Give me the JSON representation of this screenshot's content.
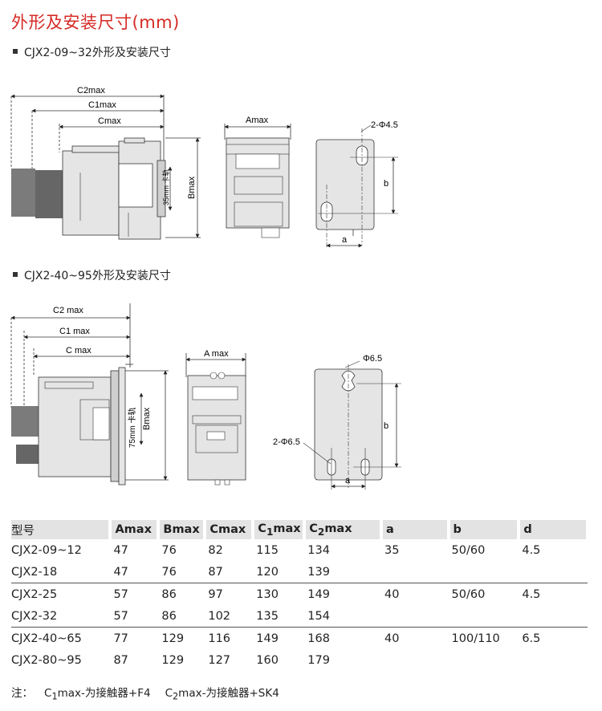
{
  "page_title": "外形及安装尺寸(mm)",
  "section1": {
    "title": "CJX2-09~32外形及安装尺寸",
    "side_labels": {
      "c2": "C2max",
      "c1": "C1max",
      "c": "Cmax",
      "b": "Bmax",
      "rail": "35mm 卡轨"
    },
    "front_labels": {
      "a": "Amax"
    },
    "mount_labels": {
      "holes": "2-Φ4.5",
      "b": "b",
      "a": "a"
    }
  },
  "section2": {
    "title": "CJX2-40~95外形及安装尺寸",
    "side_labels": {
      "c2": "C2 max",
      "c1": "C1 max",
      "c": "C max",
      "b": "Bmax",
      "rail": "75mm 卡轨"
    },
    "front_labels": {
      "a": "A max"
    },
    "mount_labels": {
      "hole_top": "Φ6.5",
      "holes": "2-Φ6.5",
      "b": "b",
      "a": "a"
    }
  },
  "table": {
    "headers": {
      "model": "型号",
      "amax": "Amax",
      "bmax": "Bmax",
      "cmax": "Cmax",
      "c1_main": "C",
      "c1_sub": "1",
      "c1_tail": "max",
      "c2_main": "C",
      "c2_sub": "2",
      "c2_tail": "max",
      "a": "a",
      "b": "b",
      "d": "d"
    },
    "rows": [
      {
        "model": "CJX2-09~12",
        "amax": "47",
        "bmax": "76",
        "cmax": "82",
        "c1": "115",
        "c2": "134",
        "a": "35",
        "b": "50/60",
        "d": "4.5"
      },
      {
        "model": "CJX2-18",
        "amax": "47",
        "bmax": "76",
        "cmax": "87",
        "c1": "120",
        "c2": "139",
        "a": "",
        "b": "",
        "d": ""
      },
      {
        "model": "CJX2-25",
        "amax": "57",
        "bmax": "86",
        "cmax": "97",
        "c1": "130",
        "c2": "149",
        "a": "40",
        "b": "50/60",
        "d": "4.5"
      },
      {
        "model": "CJX2-32",
        "amax": "57",
        "bmax": "86",
        "cmax": "102",
        "c1": "135",
        "c2": "154",
        "a": "",
        "b": "",
        "d": ""
      },
      {
        "model": "CJX2-40~65",
        "amax": "77",
        "bmax": "129",
        "cmax": "116",
        "c1": "149",
        "c2": "168",
        "a": "40",
        "b": "100/110",
        "d": "6.5"
      },
      {
        "model": "CJX2-80~95",
        "amax": "87",
        "bmax": "129",
        "cmax": "127",
        "c1": "160",
        "c2": "179",
        "a": "",
        "b": "",
        "d": ""
      }
    ]
  },
  "note": {
    "label": "注：",
    "n1_main": "C",
    "n1_sub": "1",
    "n1_text": "max-为接触器+F4",
    "n2_main": "C",
    "n2_sub": "2",
    "n2_text": "max-为接触器+SK4"
  },
  "colors": {
    "title": "#d52b26",
    "body_gray": "#e4e4e4",
    "dark_gray": "#7a7a7a",
    "header_bg": "#e3e3e3"
  }
}
